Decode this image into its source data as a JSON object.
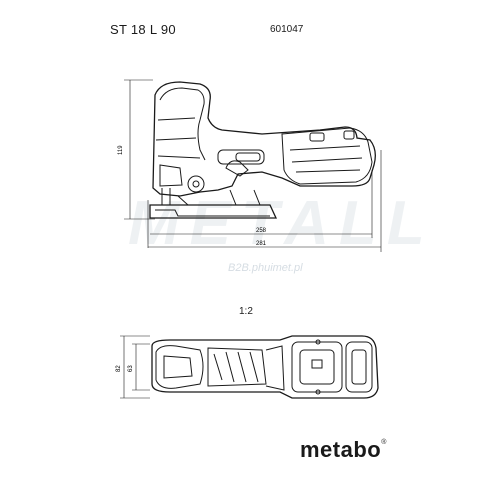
{
  "header": {
    "model": "ST 18 L 90",
    "article_number": "601047"
  },
  "side_view": {
    "dim_height": "119",
    "dim_length_inner": "258",
    "dim_length_outer": "281"
  },
  "scale": "1:2",
  "top_view": {
    "dim_width_inner": "63",
    "dim_width_outer": "82"
  },
  "brand": {
    "logo_text": "metabo",
    "registered_mark": "®"
  },
  "watermark": {
    "site": "B2B.phuimet.pl",
    "mark": "METALL"
  },
  "colors": {
    "line": "#1a1a1a",
    "watermark": "#d6dde3"
  }
}
